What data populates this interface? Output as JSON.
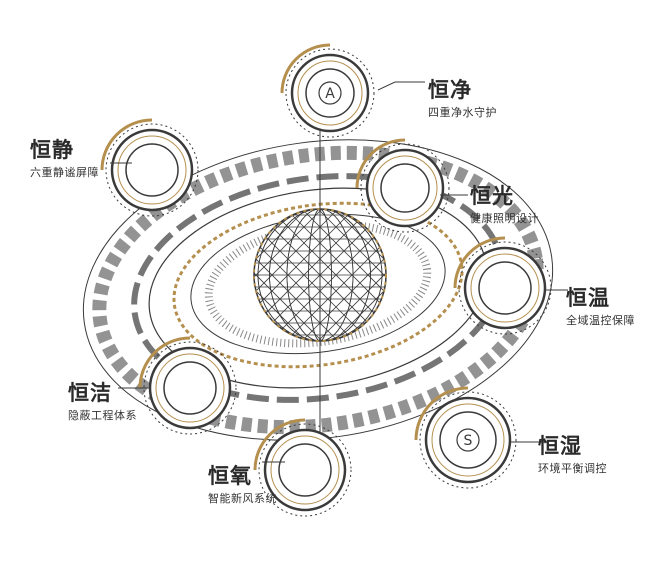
{
  "systems": [
    {
      "key": "jing_clean",
      "title": "恒净",
      "subtitle": "四重净水守护",
      "icon_text": "A"
    },
    {
      "key": "jing_quiet",
      "title": "恒静",
      "subtitle": "六重静谧屏障"
    },
    {
      "key": "guang",
      "title": "恒光",
      "subtitle": "健康照明设计"
    },
    {
      "key": "wen",
      "title": "恒温",
      "subtitle": "全域温控保障"
    },
    {
      "key": "jie",
      "title": "恒洁",
      "subtitle": "隐蔽工程体系"
    },
    {
      "key": "shi",
      "title": "恒湿",
      "subtitle": "环境平衡调控",
      "icon_text": "S"
    },
    {
      "key": "yang",
      "title": "恒氧",
      "subtitle": "智能新风系统"
    }
  ],
  "colors": {
    "line": "#3a3a3a",
    "gold": "#b58f4e",
    "text": "#1e1e1e"
  }
}
